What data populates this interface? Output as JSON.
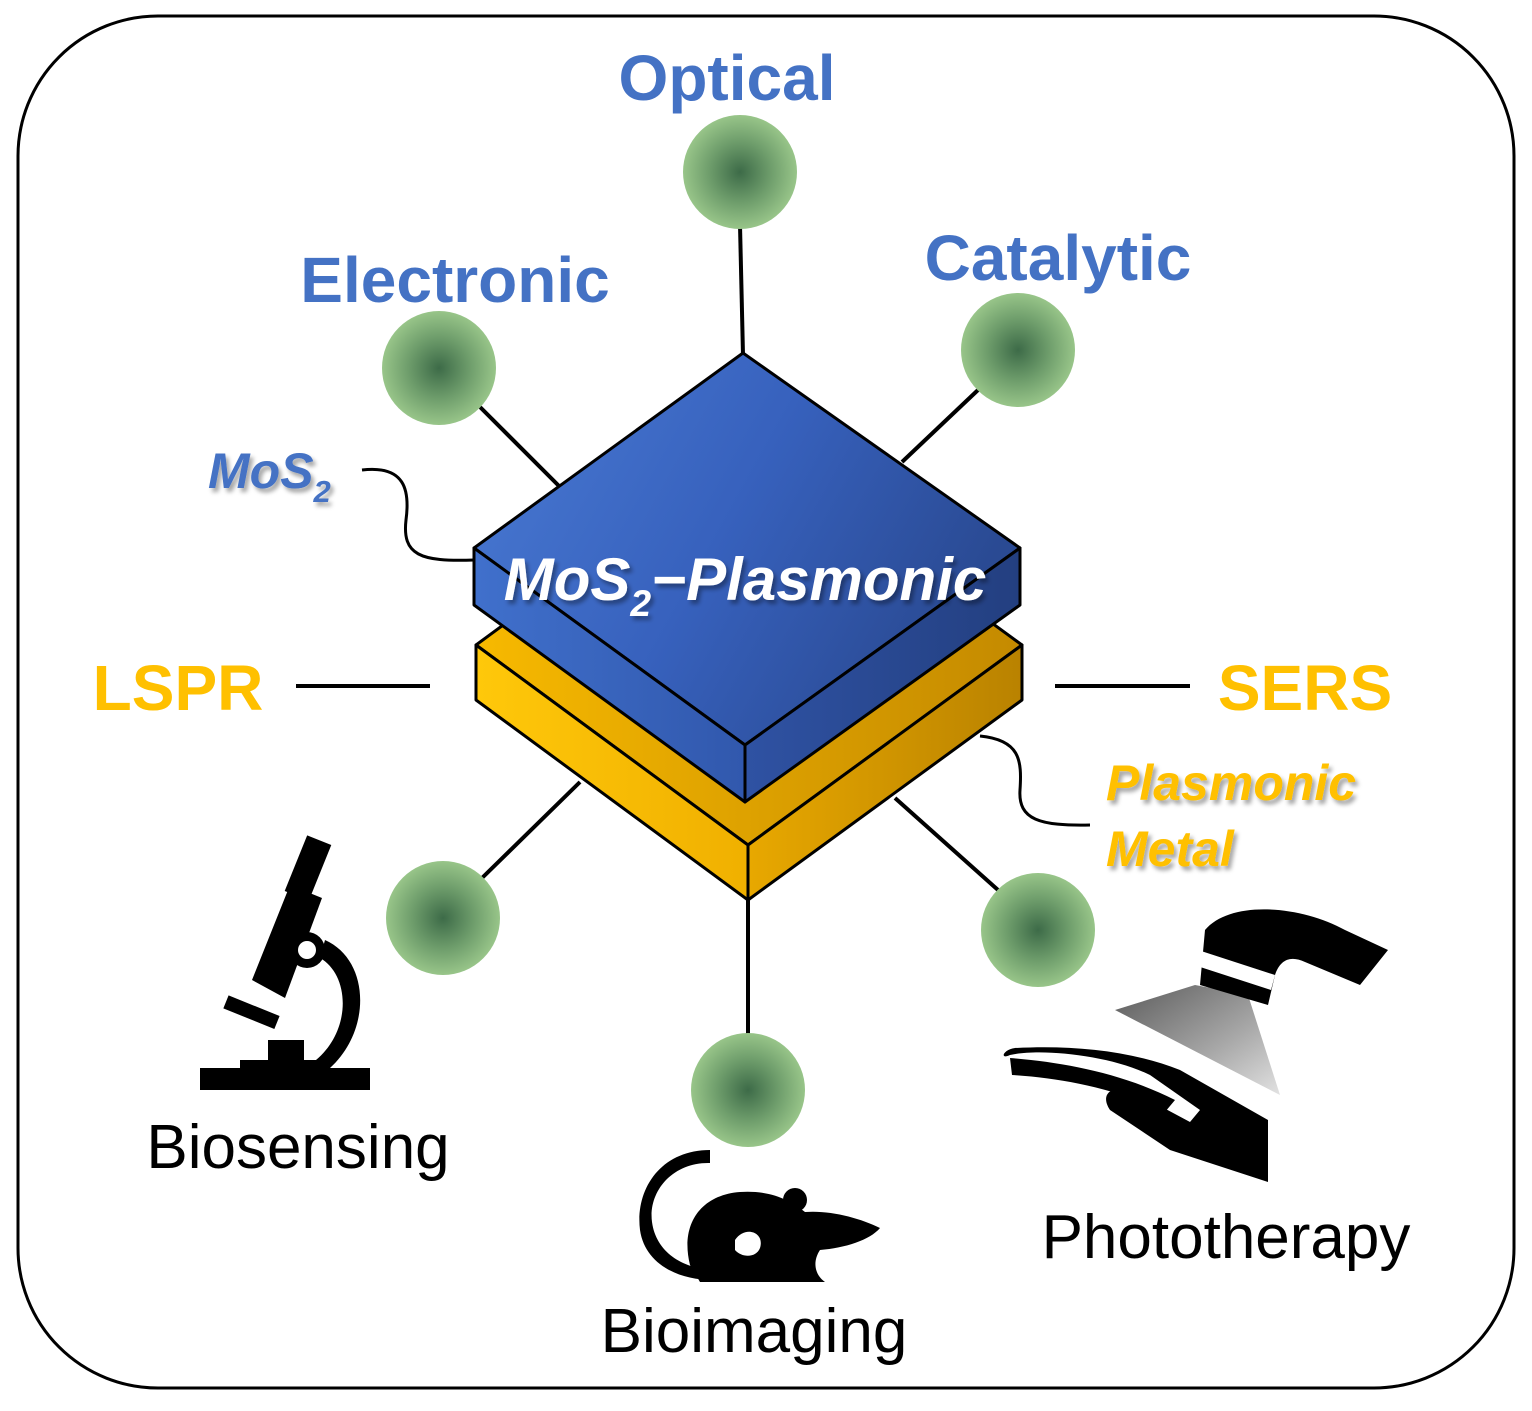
{
  "colors": {
    "blue_text": "#4472c4",
    "gold_text": "#ffc000",
    "node_green": "#8fbc7d",
    "mos2_blue": "#3a62c0",
    "metal_gold": "#f4b400"
  },
  "properties": {
    "optical": "Optical",
    "electronic": "Electronic",
    "catalytic": "Catalytic",
    "lspr": "LSPR",
    "sers": "SERS"
  },
  "materials": {
    "mos2_label": {
      "main": "MoS",
      "sub": "2"
    },
    "core_label": {
      "main": "MoS",
      "sub": "2",
      "rest": "−Plasmonic"
    },
    "metal_label": [
      "Plasmonic",
      "Metal"
    ]
  },
  "applications": {
    "biosensing": "Biosensing",
    "bioimaging": "Bioimaging",
    "phototherapy": "Phototherapy"
  },
  "icons": [
    "microscope-icon",
    "mouse-icon",
    "hand-lamp-icon"
  ]
}
